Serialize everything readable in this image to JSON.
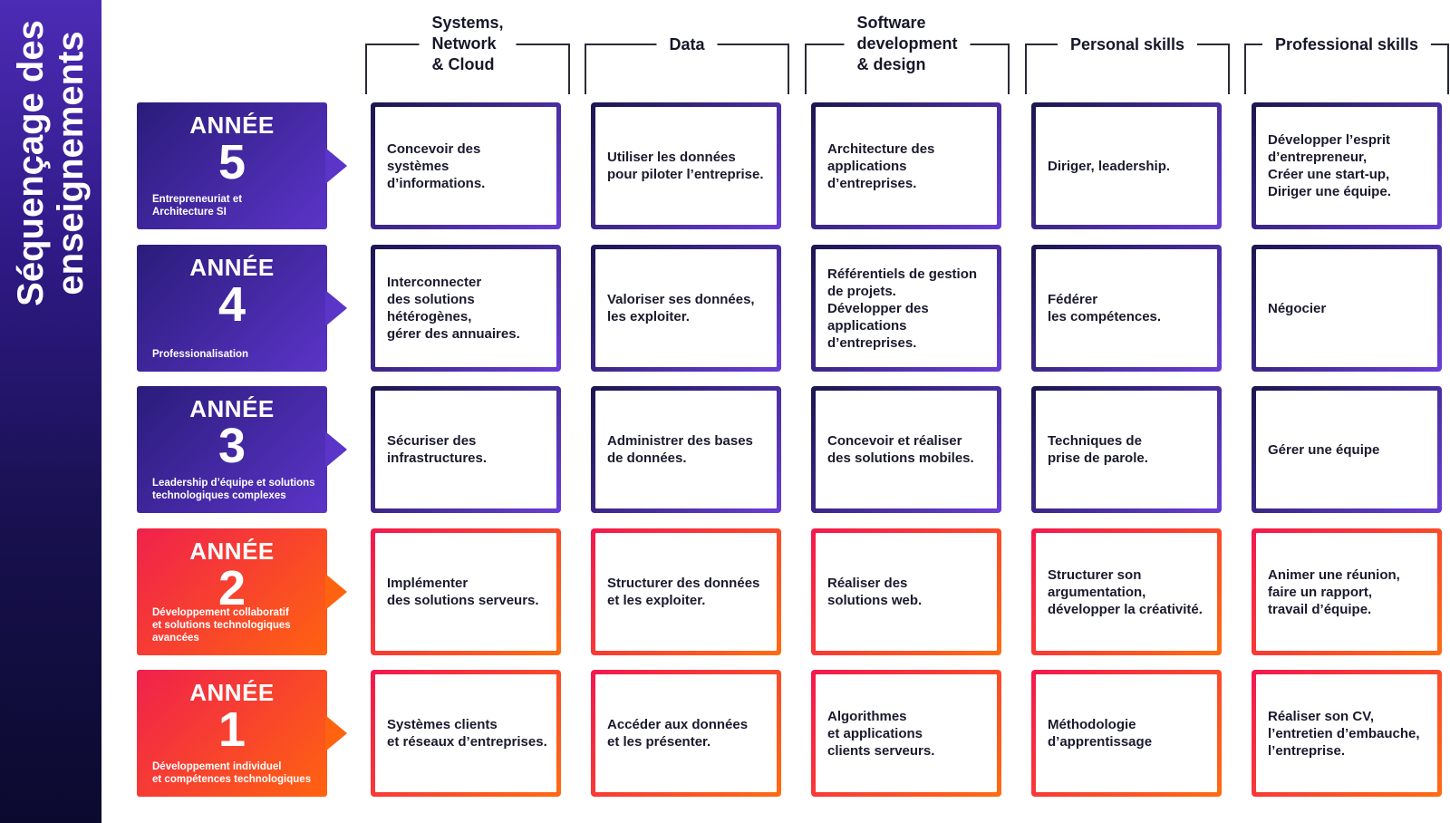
{
  "side_title": {
    "line1": "Séquençage des",
    "line2": "enseignements"
  },
  "columns": [
    {
      "lines": [
        "Systems,",
        "Network",
        "& Cloud"
      ]
    },
    {
      "lines": [
        "Data"
      ]
    },
    {
      "lines": [
        "Software",
        "development",
        "& design"
      ]
    },
    {
      "lines": [
        "Personal skills"
      ]
    },
    {
      "lines": [
        "Professional skills"
      ]
    }
  ],
  "colors": {
    "purple_start": "#2a1c7a",
    "purple_end": "#5b34c8",
    "orange_start": "#f0214c",
    "orange_end": "#ff6310",
    "banner": "#2f1a86"
  },
  "years": [
    {
      "label": "ANNÉE",
      "number": "5",
      "theme": "purple",
      "subtitle": "Entrepreneuriat et\nArchitecture SI",
      "cells": [
        "Concevoir des\nsystèmes d’informations.",
        "Utiliser les données\npour piloter l’entreprise.",
        "Architecture des\napplications\nd’entreprises.",
        "Diriger, leadership.",
        "Développer l’esprit\nd’entrepreneur,\nCréer une start-up,\nDiriger une équipe."
      ]
    },
    {
      "label": "ANNÉE",
      "number": "4",
      "theme": "purple",
      "subtitle": "Professionalisation",
      "cells": [
        "Interconnecter\ndes solutions\nhétérogènes,\ngérer des annuaires.",
        "Valoriser ses données,\nles exploiter.",
        "Référentiels de gestion\nde projets.\nDévelopper des\napplications\nd’entreprises.",
        "Fédérer\nles compétences.",
        "Négocier"
      ]
    },
    {
      "label": "ANNÉE",
      "number": "3",
      "theme": "purple",
      "subtitle": "Leadership d’équipe et solutions\ntechnologiques complexes",
      "cells": [
        "Sécuriser des\ninfrastructures.",
        "Administrer des bases\nde données.",
        "Concevoir et réaliser\ndes solutions mobiles.",
        "Techniques de\nprise de parole.",
        "Gérer une équipe"
      ]
    },
    {
      "label": "ANNÉE",
      "number": "2",
      "theme": "orange",
      "subtitle": "Développement collaboratif\net solutions technologiques\navancées",
      "cells": [
        "Implémenter\ndes solutions serveurs.",
        "Structurer des données\net les exploiter.",
        "Réaliser des\nsolutions web.",
        "Structurer son\nargumentation,\ndévelopper la créativité.",
        "Animer une réunion,\nfaire un rapport,\ntravail d’équipe."
      ]
    },
    {
      "label": "ANNÉE",
      "number": "1",
      "theme": "orange",
      "subtitle": "Développement individuel\net compétences technologiques",
      "cells": [
        "Systèmes clients\net réseaux d’entreprises.",
        "Accéder aux données\net les présenter.",
        "Algorithmes\net applications\nclients serveurs.",
        "Méthodologie\nd’apprentissage",
        "Réaliser son CV,\nl’entretien d’embauche,\nl’entreprise."
      ]
    }
  ]
}
